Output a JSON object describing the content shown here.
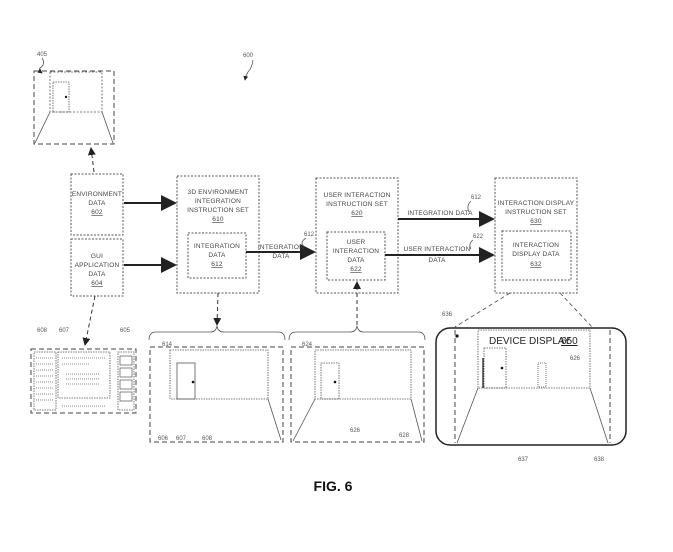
{
  "figure": {
    "number_label": "600",
    "caption": "FIG. 6"
  },
  "boxes": {
    "environment_data": {
      "line1": "ENVIRONMENT",
      "line2": "DATA",
      "ref": "602"
    },
    "gui_application_data": {
      "line1": "GUI",
      "line2": "APPLICATION",
      "line3": "DATA",
      "ref": "604"
    },
    "env_integration_set": {
      "line1": "3D ENVIRONMENT",
      "line2": "INTEGRATION",
      "line3": "INSTRUCTION SET",
      "ref": "610"
    },
    "integration_data": {
      "line1": "INTEGRATION",
      "line2": "DATA",
      "ref": "612"
    },
    "user_interaction_set": {
      "line1": "USER INTERACTION",
      "line2": "INSTRUCTION SET",
      "ref": "620"
    },
    "user_interaction_data": {
      "line1": "USER",
      "line2": "INTERACTION",
      "line3": "DATA",
      "ref": "622"
    },
    "interaction_display_set": {
      "line1": "INTERACTION DISPLAY",
      "line2": "INSTRUCTION SET",
      "ref": "630"
    },
    "interaction_display_data": {
      "line1": "INTERACTION",
      "line2": "DISPLAY DATA",
      "ref": "632"
    }
  },
  "arrows": {
    "integration_data_1": {
      "line1": "INTEGRATION",
      "line2": "DATA",
      "ref": "612"
    },
    "integration_data_2": {
      "label": "INTEGRATION DATA",
      "ref": "612"
    },
    "user_interaction_data": {
      "line1": "USER INTERACTION",
      "line2": "DATA",
      "ref": "622"
    }
  },
  "panels": {
    "environment": {
      "ref": "405"
    },
    "gui": {
      "refs": [
        "608",
        "607",
        "605"
      ]
    },
    "integration": {
      "refs": [
        "614",
        "606",
        "607",
        "608"
      ]
    },
    "interaction": {
      "refs": [
        "624",
        "626",
        "628"
      ]
    },
    "device_display": {
      "title": "DEVICE DISPLAY",
      "title_ref": "650",
      "refs": [
        "636",
        "626",
        "637",
        "638"
      ]
    }
  }
}
